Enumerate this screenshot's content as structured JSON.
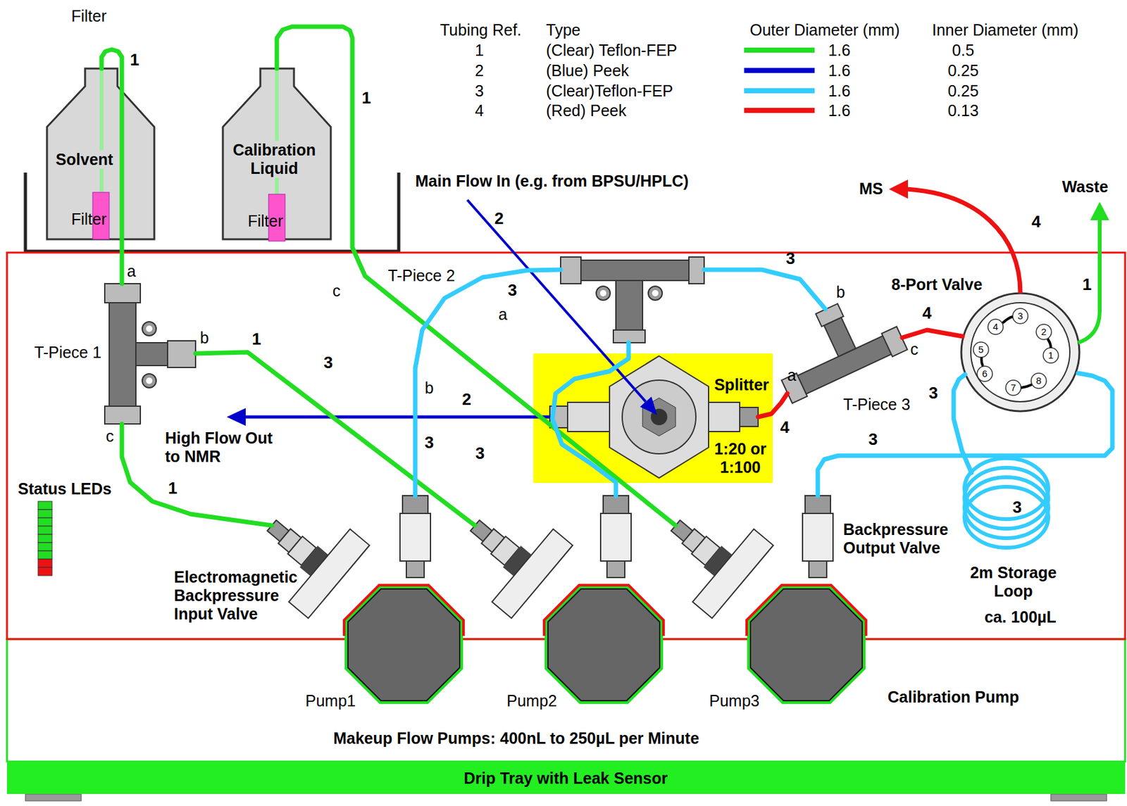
{
  "diagram": {
    "nodes": [
      {
        "text": [
          "Solvent"
        ]
      },
      {
        "text": [
          "Calibration Liquid"
        ]
      },
      {
        "text": [
          "T-Piece 1"
        ]
      },
      {
        "text": [
          "T-Piece 2"
        ]
      },
      {
        "text": [
          "Splitter",
          "1:20 or 1:100"
        ]
      },
      {
        "text": [
          "T-Piece 3"
        ]
      },
      {
        "text": [
          "8-Port Valve"
        ]
      },
      {
        "text": [
          "Pump1"
        ]
      },
      {
        "text": [
          "Pump2"
        ]
      },
      {
        "text": [
          "Pump3"
        ]
      },
      {
        "text": [
          "2m Storage Loop",
          "ca. 100µL"
        ]
      },
      {
        "text": [
          "Status LEDs"
        ]
      },
      {
        "text": [
          "Drip Tray with Leak Sensor"
        ]
      }
    ],
    "edges": [
      {
        "from": 0,
        "to": 2,
        "arrow": "none"
      },
      {
        "from": 2,
        "to": 7,
        "arrow": "none"
      },
      {
        "from": 2,
        "to": 8,
        "arrow": "none"
      },
      {
        "from": 1,
        "to": 9,
        "arrow": "none"
      },
      {
        "from": 7,
        "to": 3,
        "arrow": "none"
      },
      {
        "from": 8,
        "to": 3,
        "arrow": "none"
      },
      {
        "from": 3,
        "to": 5,
        "arrow": "none"
      },
      {
        "from": 4,
        "to": 5,
        "arrow": "none"
      },
      {
        "from": 5,
        "to": 6,
        "arrow": "none"
      },
      {
        "from": 9,
        "to": 6,
        "arrow": "none"
      },
      {
        "from": 10,
        "to": 6,
        "arrow": "none"
      }
    ],
    "labels": [
      "Filter",
      "Filter",
      "Filter",
      "1",
      "1",
      "Main Flow In (e.g. from BPSU/HPLC)",
      "2",
      "MS",
      "4",
      "Waste",
      "a",
      "b",
      "c",
      "1",
      "c",
      "3",
      "a",
      "3",
      "3",
      "b",
      "4",
      "c",
      "a",
      "1",
      "High Flow Out to NMR",
      "2",
      "b",
      "3",
      "3",
      "4",
      "3",
      "3",
      "3",
      "1",
      "Electromagnetic Backpressure Input Valve",
      "Backpressure Output Valve",
      "Calibration Pump",
      "Makeup Flow Pumps: 400nL to 250µL per Minute",
      "3",
      "2",
      "4",
      "5",
      "1",
      "6",
      "8",
      "7",
      "Tubing Ref.",
      "Type",
      "Outer Diameter (mm)",
      "Inner Diameter (mm)",
      "1",
      "1.6",
      "0.5",
      "2",
      "1.6",
      "0.25",
      "3",
      "1.6",
      "0.25",
      "4",
      "1.6",
      "0.13"
    ],
    "legend": [
      {
        "text": "(Clear) Teflon-FEP",
        "color": "#22dd22"
      },
      {
        "text": "(Blue) Peek",
        "color": "#0000cc"
      },
      {
        "text": "(Clear)Teflon-FEP",
        "color": "#33ccff"
      },
      {
        "text": "(Red) Peek",
        "color": "#ee1111"
      }
    ]
  }
}
